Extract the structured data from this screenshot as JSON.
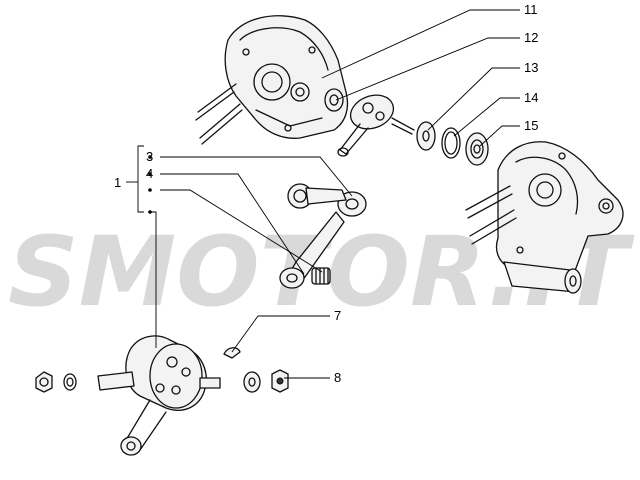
{
  "watermark": {
    "text": "SMOTOR.IT",
    "color": "#d9d9d9"
  },
  "group": {
    "number": "1",
    "members": [
      "3",
      "4"
    ]
  },
  "callouts": [
    {
      "id": "c11",
      "number": "11"
    },
    {
      "id": "c12",
      "number": "12"
    },
    {
      "id": "c13",
      "number": "13"
    },
    {
      "id": "c14",
      "number": "14"
    },
    {
      "id": "c15",
      "number": "15"
    },
    {
      "id": "c3",
      "number": "3"
    },
    {
      "id": "c4",
      "number": "4"
    },
    {
      "id": "c7",
      "number": "7"
    },
    {
      "id": "c8",
      "number": "8"
    }
  ],
  "parts": [
    {
      "name": "crankcase-half-left",
      "callout": "11"
    },
    {
      "name": "main-bearing",
      "callout": "12"
    },
    {
      "name": "crankshaft-upper",
      "callout": ""
    },
    {
      "name": "shim-washer",
      "callout": "13"
    },
    {
      "name": "o-ring",
      "callout": "14"
    },
    {
      "name": "bearing",
      "callout": "15"
    },
    {
      "name": "crankcase-half-right",
      "callout": ""
    },
    {
      "name": "connecting-rod",
      "callout": "3"
    },
    {
      "name": "needle-bearing",
      "callout": "4"
    },
    {
      "name": "crankshaft-assembly",
      "callout": "1"
    },
    {
      "name": "woodruff-key",
      "callout": "7"
    },
    {
      "name": "nut",
      "callout": "8"
    }
  ]
}
